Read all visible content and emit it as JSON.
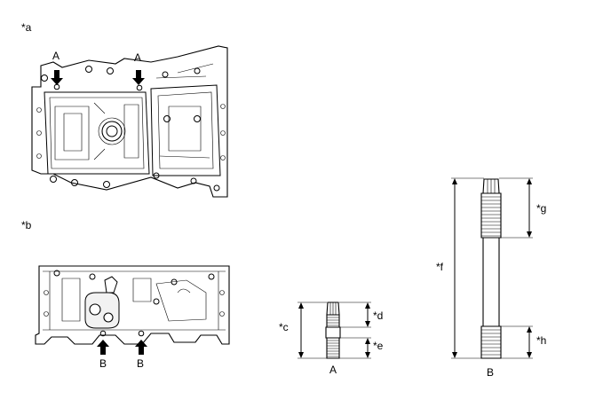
{
  "labels": {
    "view_a": "*a",
    "view_b": "*b",
    "bolt_a_top_left": "A",
    "bolt_a_top_right": "A",
    "bolt_b_left": "B",
    "bolt_b_right": "B",
    "dim_c": "*c",
    "dim_d": "*d",
    "dim_e": "*e",
    "stud_a_caption": "A",
    "dim_f": "*f",
    "dim_g": "*g",
    "dim_h": "*h",
    "stud_b_caption": "B"
  },
  "colors": {
    "line": "#000000",
    "background": "#ffffff"
  }
}
